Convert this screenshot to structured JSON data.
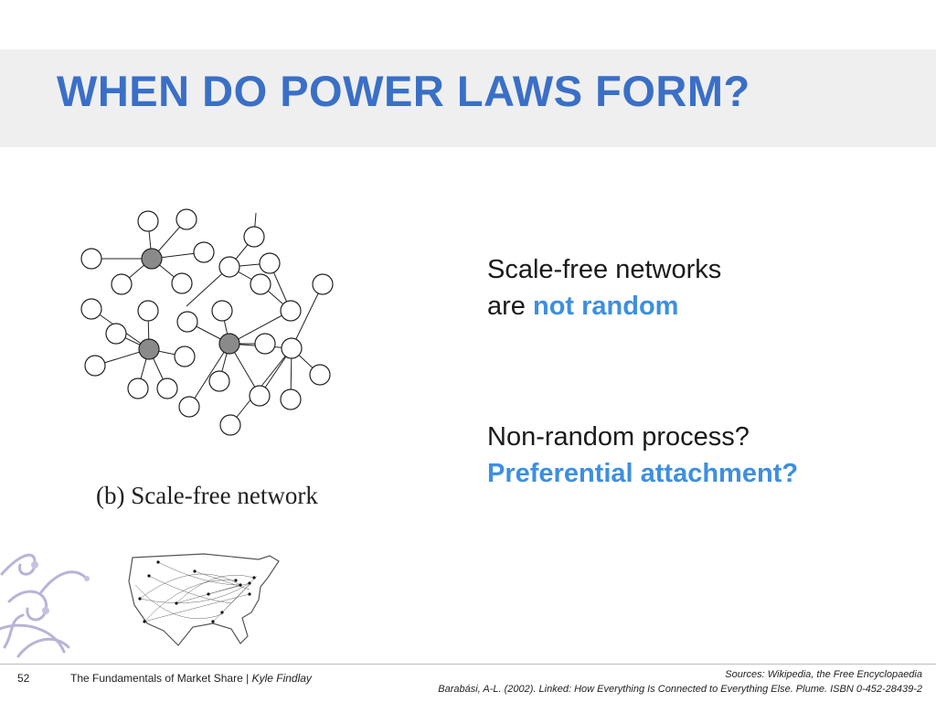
{
  "slide": {
    "title": "WHEN DO POWER LAWS FORM?",
    "caption": "(b) Scale-free network",
    "point1": {
      "line1": "Scale-free networks",
      "line2_prefix": "are ",
      "line2_highlight": "not random"
    },
    "point2": {
      "line1": "Non-random process?",
      "line2_highlight": "Preferential attachment?"
    }
  },
  "footer": {
    "page_number": "52",
    "book_title": "The Fundamentals of Market Share",
    "separator": " | ",
    "author": "Kyle Findlay",
    "source_line1": "Sources: Wikipedia, the Free Encyclopaedia",
    "source_line2": "Barabási, A-L. (2002). Linked: How Everything Is Connected to Everything Else. Plume. ISBN 0-452-28439-2"
  },
  "colors": {
    "title": "#3a6fc7",
    "accent": "#3d8fe0",
    "title_band": "#efefef",
    "hub_node": "#8a8a8a"
  }
}
